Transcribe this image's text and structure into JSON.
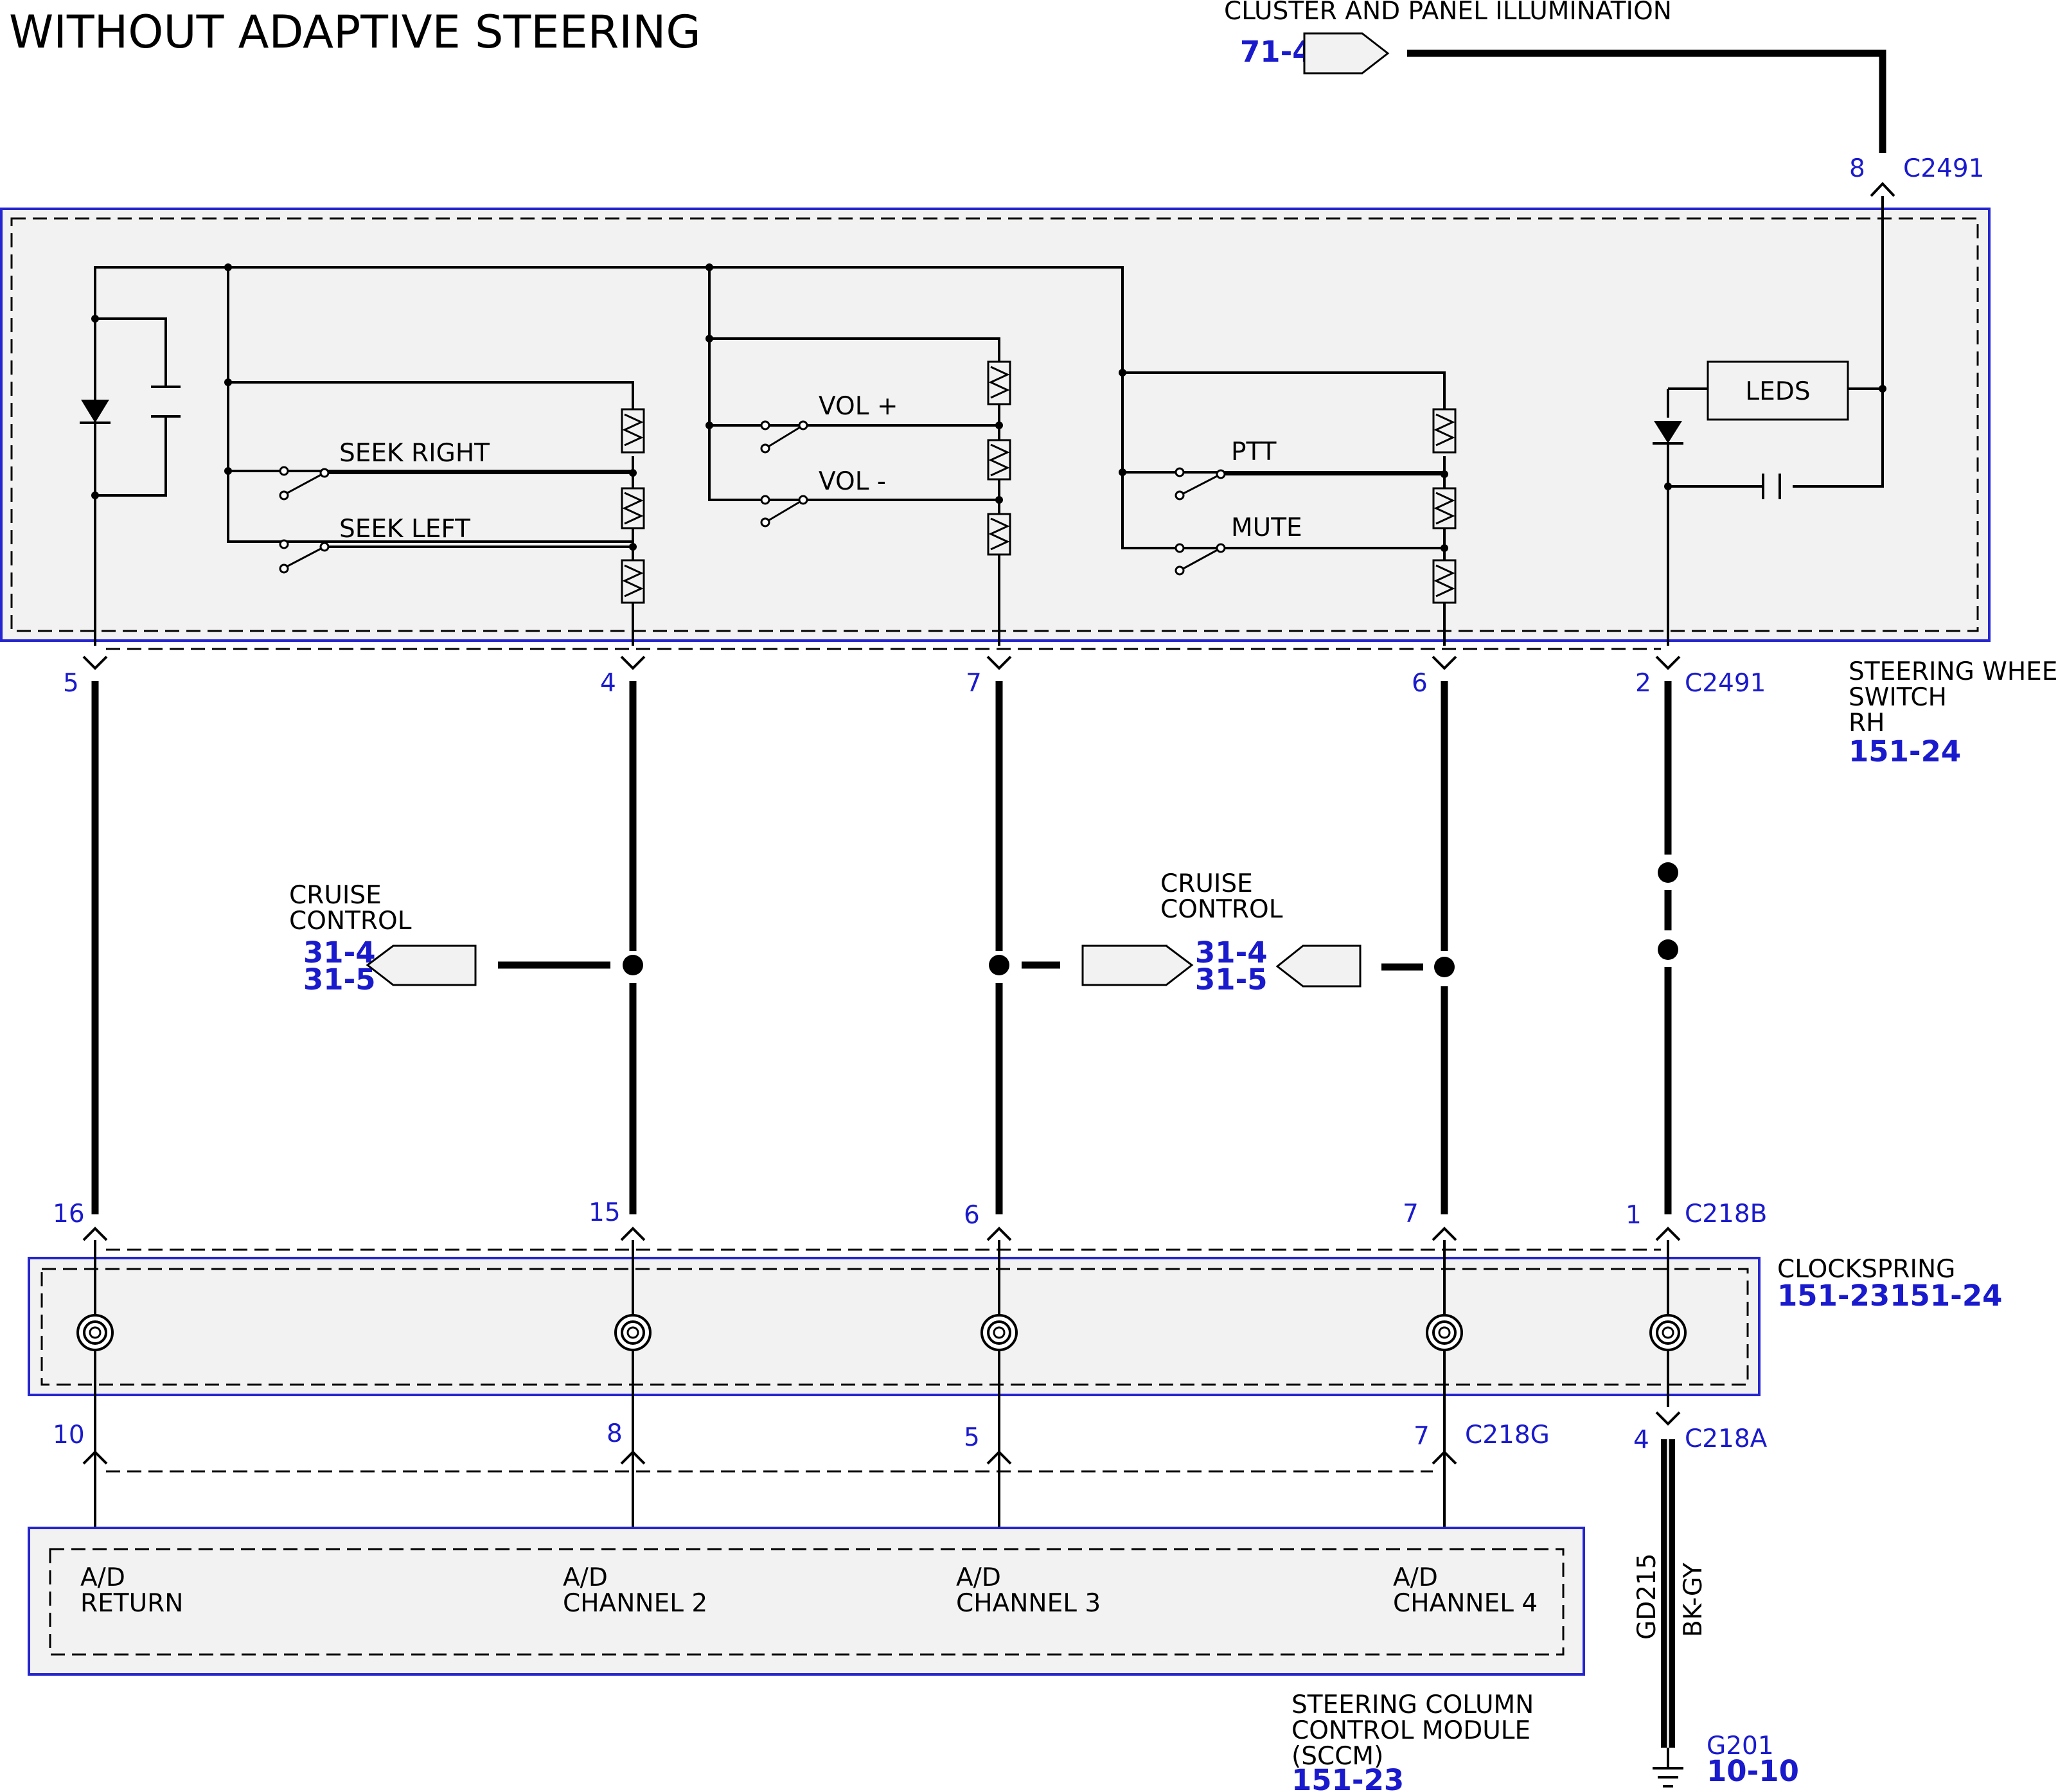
{
  "diagram": {
    "title": "WITHOUT ADAPTIVE STEERING",
    "cluster": {
      "label": "CLUSTER AND PANEL ILLUMINATION",
      "ref": "71-4"
    },
    "c2491_top": {
      "pin": "8",
      "connector": "C2491"
    },
    "swsw": {
      "name_lines": [
        "STEERING WHEEL",
        "SWITCH",
        "RH"
      ],
      "ref": "151-24",
      "leds_label": "LEDS",
      "switches": {
        "seek_right": "SEEK RIGHT",
        "seek_left": "SEEK LEFT",
        "vol_plus": "VOL +",
        "vol_minus": "VOL -",
        "ptt": "PTT",
        "mute": "MUTE"
      },
      "pins": [
        "5",
        "4",
        "7",
        "6",
        "2"
      ],
      "connector": "C2491"
    },
    "cruise_left": {
      "lines": [
        "CRUISE",
        "CONTROL"
      ],
      "refs": [
        "31-4",
        "31-5"
      ]
    },
    "cruise_right": {
      "lines": [
        "CRUISE",
        "CONTROL"
      ],
      "refs": [
        "31-4",
        "31-5"
      ]
    },
    "cruise_mid_refs": [
      "31-4",
      "31-5"
    ],
    "clockspring": {
      "name": "CLOCKSPRING",
      "ref": "151-23151-24",
      "top_pins": [
        "16",
        "15",
        "6",
        "7",
        "1"
      ],
      "top_connector": "C218B",
      "bottom_pins": [
        "10",
        "8",
        "5",
        "7"
      ],
      "bottom_connector": "C218G",
      "ground_pin": "4",
      "ground_connector": "C218A"
    },
    "sccm": {
      "channels": [
        [
          "A/D",
          "RETURN"
        ],
        [
          "A/D",
          "CHANNEL 2"
        ],
        [
          "A/D",
          "CHANNEL 3"
        ],
        [
          "A/D",
          "CHANNEL 4"
        ]
      ],
      "name_lines": [
        "STEERING COLUMN",
        "CONTROL MODULE",
        "(SCCM)"
      ],
      "ref": "151-23"
    },
    "ground": {
      "circuit": "GD215",
      "color": "BK-GY",
      "name": "G201",
      "ref": "10-10"
    }
  }
}
